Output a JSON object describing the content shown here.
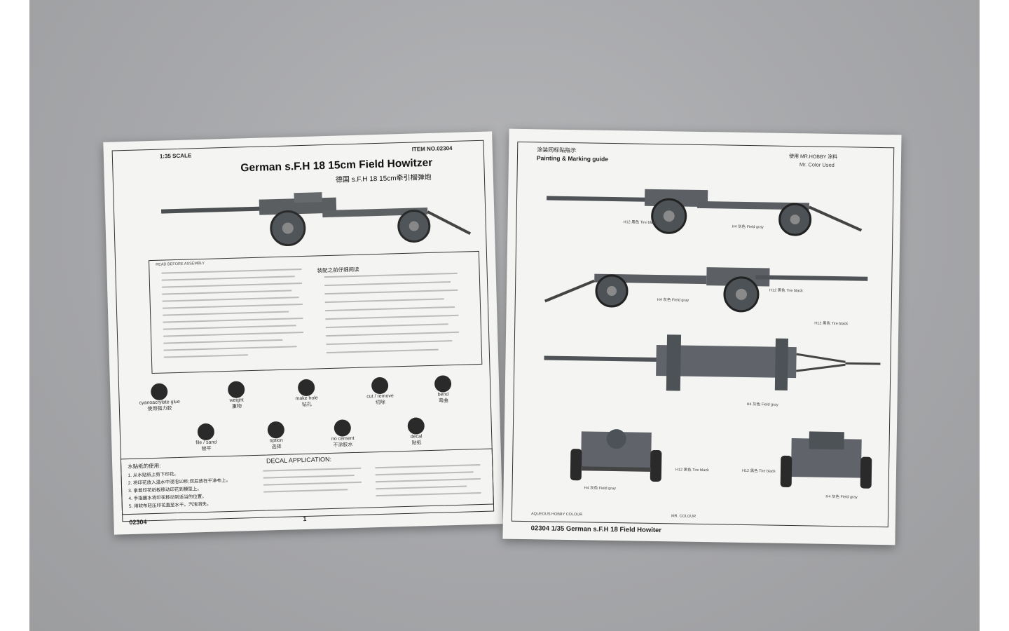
{
  "left_sheet": {
    "scale": "1:35 SCALE",
    "item_no": "ITEM NO.02304",
    "title_en": "German s.F.H 18 15cm Field Howitzer",
    "title_cn": "德国 s.F.H 18 15cm牵引榴弹炮",
    "read_before": "READ BEFORE ASSEMBLY",
    "read_before_cn": "装配之前仔细阅读",
    "icons": [
      {
        "name": "cyanoacrylate-glue",
        "label": "cyanoacrylate glue",
        "label_cn": "使用强力胶"
      },
      {
        "name": "weight",
        "label": "weight",
        "label_cn": "重物"
      },
      {
        "name": "make-hole",
        "label": "make hole",
        "label_cn": "钻孔"
      },
      {
        "name": "cut-remove",
        "label": "cut / remove",
        "label_cn": "切除"
      },
      {
        "name": "bend",
        "label": "bend",
        "label_cn": "弯曲"
      },
      {
        "name": "file-sand",
        "label": "file / sand",
        "label_cn": "锉平"
      },
      {
        "name": "option",
        "label": "option",
        "label_cn": "选择"
      },
      {
        "name": "no-cement",
        "label": "no cement",
        "label_cn": "不涂胶水"
      },
      {
        "name": "decal",
        "label": "decal",
        "label_cn": "贴纸"
      }
    ],
    "decal_heading_cn": "水贴纸的使用:",
    "decal_heading": "DECAL APPLICATION:",
    "decal_cn_steps": [
      "1. 从水贴纸上剪下印花。",
      "2. 将印花放入温水中浸泡10秒,然后放在干净布上。",
      "3. 拿着印花纸板移动印花到模型上。",
      "4. 手指蘸水将印花移动到适当的位置。",
      "5. 用软布轻压印花直至水干。汽泡消失。"
    ],
    "footer_code": "02304",
    "page_no": "1"
  },
  "right_sheet": {
    "title_cn": "涂装同标贴指示",
    "title_en": "Painting & Marking guide",
    "brand_cn": "使用 MR.HOBBY 涂料",
    "brand_en": "Mr. Color Used",
    "callouts": [
      {
        "code": "H",
        "num": "12",
        "name_cn": "黑色",
        "name": "Tire black"
      },
      {
        "code": "H",
        "num": "4",
        "name_cn": "灰色",
        "name": "Field gray"
      },
      {
        "code": "H",
        "num": "4",
        "name_cn": "灰色",
        "name": "Field gray"
      },
      {
        "code": "H",
        "num": "12",
        "name_cn": "黑色",
        "name": "Tire black"
      },
      {
        "code": "H",
        "num": "12",
        "name_cn": "黑色",
        "name": "Tire black"
      },
      {
        "code": "H",
        "num": "4",
        "name_cn": "灰色",
        "name": "Field gray"
      },
      {
        "code": "H",
        "num": "12",
        "name_cn": "黑色",
        "name": "Tire black"
      },
      {
        "code": "H",
        "num": "4",
        "name_cn": "灰色",
        "name": "Field gray"
      },
      {
        "code": "H",
        "num": "12",
        "name_cn": "黑色",
        "name": "Tire black"
      },
      {
        "code": "H",
        "num": "4",
        "name_cn": "灰色",
        "name": "Field gray"
      }
    ],
    "legend_aqueous": "AQUEOUS HOBBY COLOUR",
    "legend_mr": "MR. COLOUR",
    "footer": "02304 1/35 German s.F.H 18 Field Howiter"
  },
  "colors": {
    "backdrop": "#a6a7aa",
    "paper": "#f4f4f2",
    "ink": "#222222",
    "gun": "#555a5e"
  }
}
